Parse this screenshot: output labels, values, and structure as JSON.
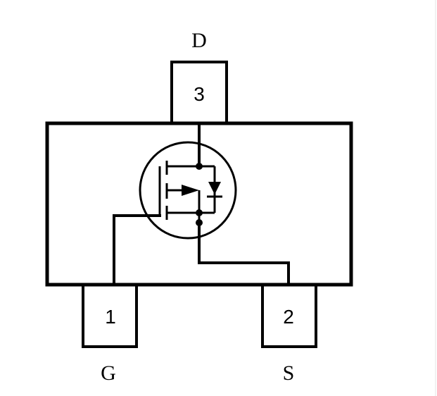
{
  "package": {
    "pins": [
      {
        "number": "1",
        "function": "G"
      },
      {
        "number": "2",
        "function": "S"
      },
      {
        "number": "3",
        "function": "D"
      }
    ]
  },
  "colors": {
    "stroke": "#000000",
    "background": "#ffffff"
  }
}
